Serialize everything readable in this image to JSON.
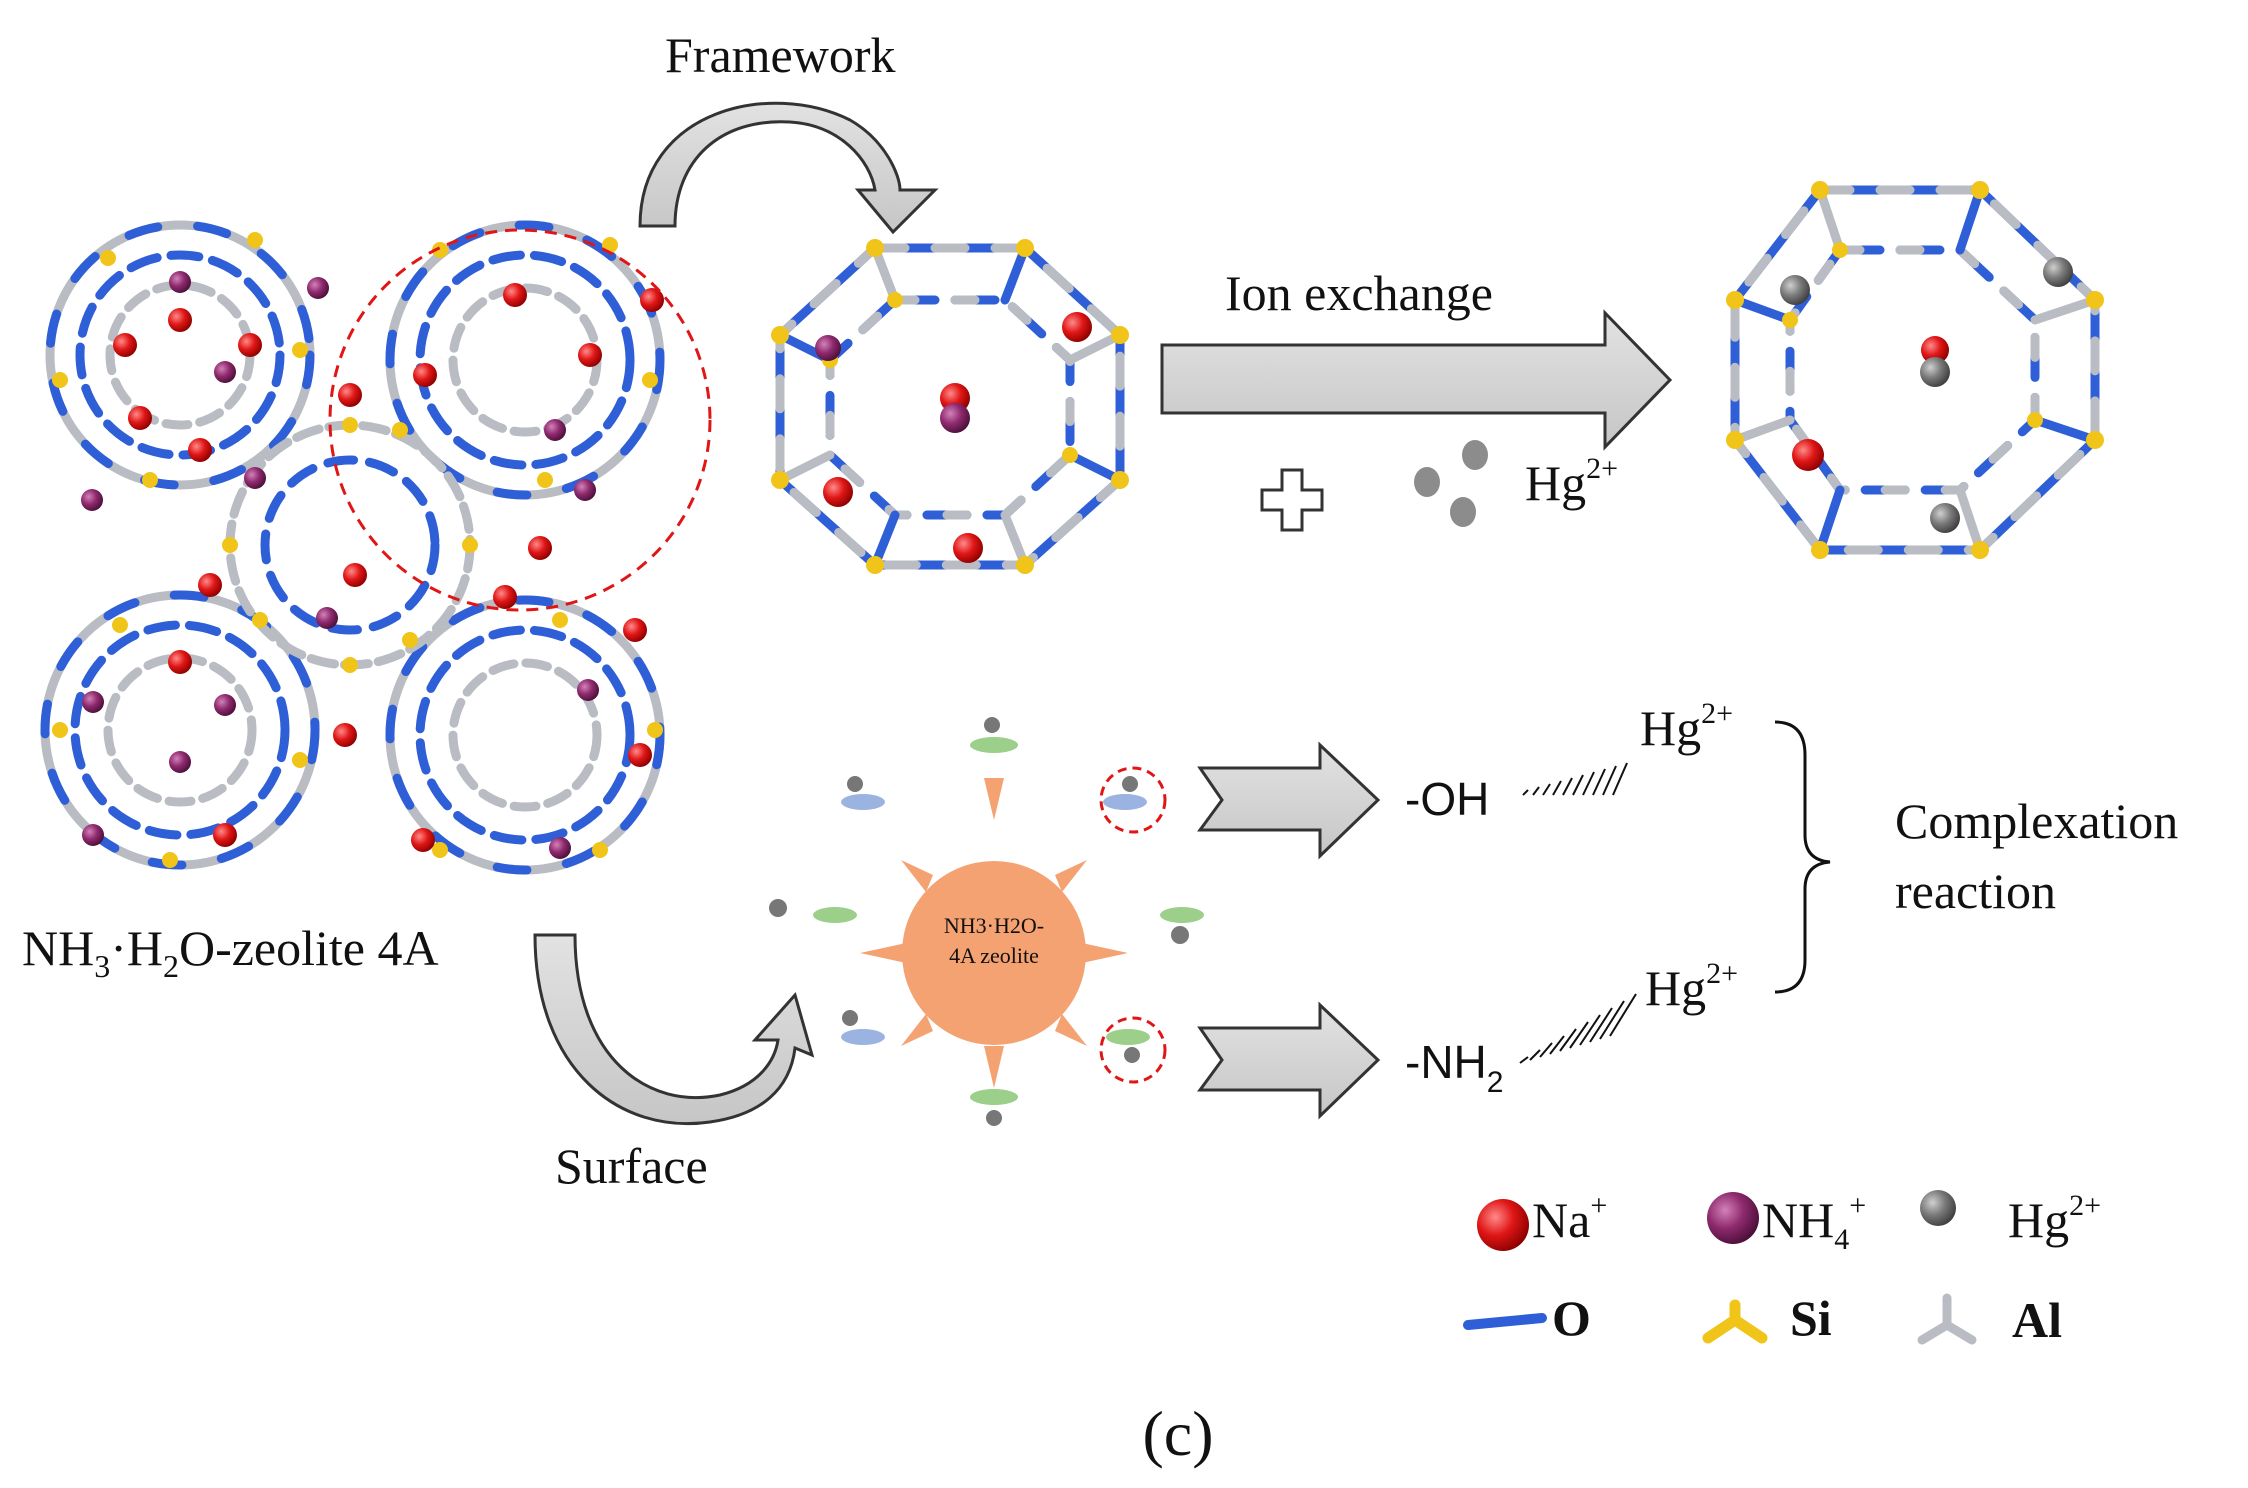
{
  "labels": {
    "framework": "Framework",
    "surface": "Surface",
    "ion_exchange": "Ion exchange",
    "hg_ion": "Hg",
    "hg_charge": "2+",
    "zeolite_label_parts": [
      "NH",
      "3",
      "·H",
      "2",
      "O-zeolite 4A"
    ],
    "core_line1": "NH3·H2O-",
    "core_line2": "4A zeolite",
    "oh_group": "-OH",
    "nh2_group": "-NH",
    "nh2_sub": "2",
    "complex_line1": "Complexation",
    "complex_line2": "reaction",
    "panel": "(c)"
  },
  "legend": {
    "na": {
      "label": "Na",
      "charge": "+"
    },
    "nh4": {
      "label": "NH",
      "sub": "4",
      "charge": "+"
    },
    "hg": {
      "label": "Hg",
      "charge": "2+"
    },
    "o": "O",
    "si": "Si",
    "al": "Al"
  },
  "colors": {
    "na": "#e01616",
    "nh4": "#8e2a6e",
    "hg": "#7a7a7a",
    "o_bond": "#2f5fd6",
    "si": "#f0c419",
    "al": "#b9bcc2",
    "core": "#f4a272",
    "arrow_fill": "#d4d4d4"
  }
}
